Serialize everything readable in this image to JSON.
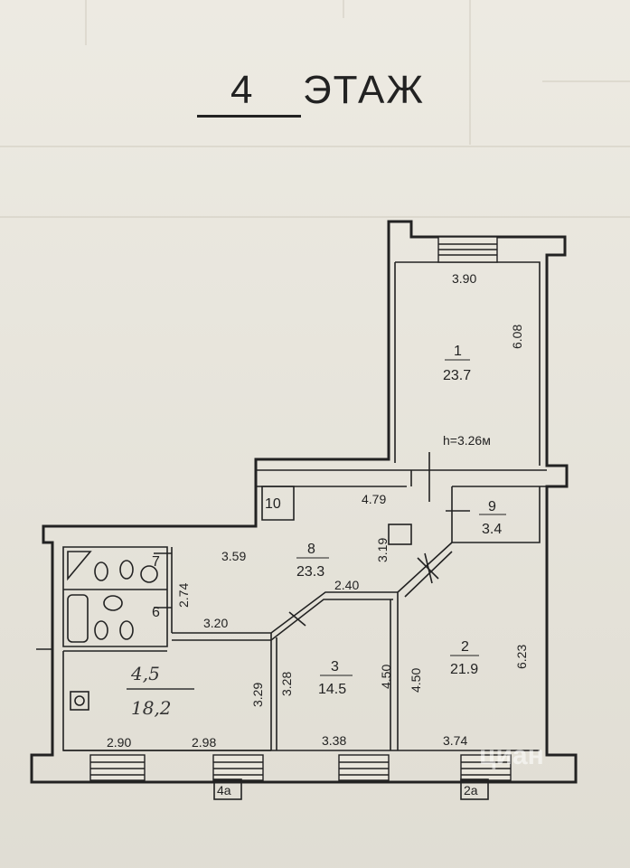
{
  "header": {
    "floor_number": "4",
    "floor_word": "ЭТАЖ"
  },
  "rooms": [
    {
      "id": "1",
      "area": "23.7"
    },
    {
      "id": "2",
      "area": "21.9"
    },
    {
      "id": "3",
      "area": "14.5"
    },
    {
      "id": "6",
      "area": ""
    },
    {
      "id": "7",
      "area": ""
    },
    {
      "id": "8",
      "area": "23.3"
    },
    {
      "id": "9",
      "area": "3.4"
    },
    {
      "id": "10",
      "area": ""
    }
  ],
  "handwritten": {
    "rooms": "4,5",
    "area": "18,2"
  },
  "ceiling_height": "h=3.26м",
  "dimensions": {
    "r1_width": "3.90",
    "r1_length": "6.08",
    "corridor_width": "4.79",
    "r8_width": "3.59",
    "r8_depth": "3.19",
    "r8_step": "2.40",
    "bath_depth": "2.74",
    "r45_top": "3.20",
    "r45_right": "3.29",
    "r3_left": "3.28",
    "r3_right": "4.50",
    "r2_left": "4.50",
    "r2_right": "6.23",
    "bottom_a": "2.90",
    "bottom_b": "2.98",
    "bottom_c": "3.38",
    "bottom_d": "3.74"
  },
  "balconies": {
    "b1": "4а",
    "b2": "2а"
  },
  "watermark": "циан"
}
